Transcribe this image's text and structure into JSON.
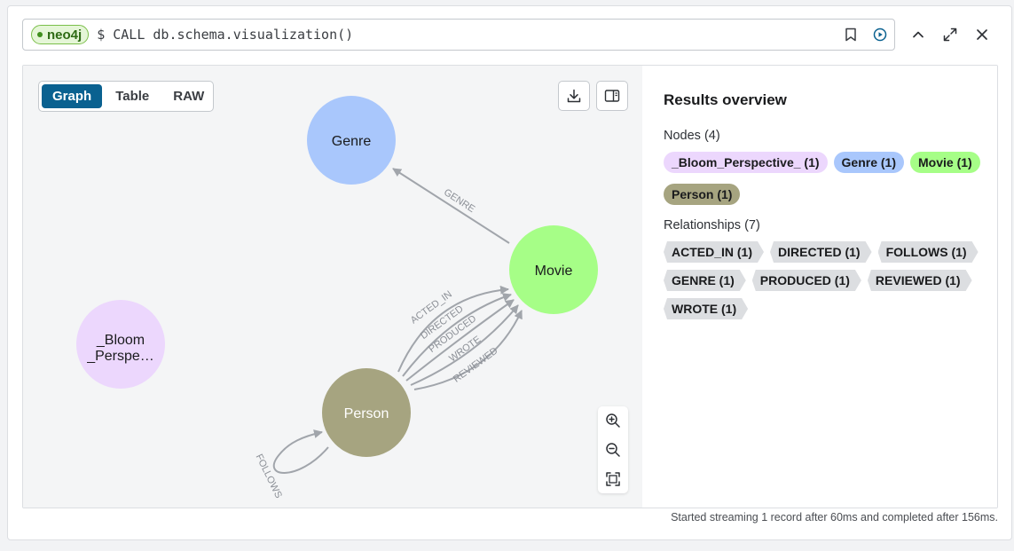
{
  "query": {
    "db_name": "neo4j",
    "command": "$ CALL db.schema.visualization()"
  },
  "view_tabs": [
    "Graph",
    "Table",
    "RAW"
  ],
  "active_tab": "Graph",
  "graph": {
    "nodes": [
      {
        "id": "genre",
        "label": "Genre",
        "color": "#a9c7fc",
        "text_color": "#1a1b1d"
      },
      {
        "id": "movie",
        "label": "Movie",
        "color": "#a6fe87",
        "text_color": "#1a1b1d"
      },
      {
        "id": "bloom",
        "label_line1": "_Bloom",
        "label_line2": "_Perspe…",
        "color": "#ecd7fd",
        "text_color": "#1a1b1d"
      },
      {
        "id": "person",
        "label": "Person",
        "color": "#a6a480",
        "text_color": "#ffffff"
      }
    ],
    "relationships": [
      "GENRE",
      "ACTED_IN",
      "DIRECTED",
      "PRODUCED",
      "WROTE",
      "REVIEWED",
      "FOLLOWS"
    ]
  },
  "overview": {
    "title": "Results overview",
    "nodes_label": "Nodes (4)",
    "node_chips": [
      {
        "label": "_Bloom_Perspective_ (1)",
        "color": "#ecd7fd"
      },
      {
        "label": "Genre (1)",
        "color": "#a9c7fc"
      },
      {
        "label": "Movie (1)",
        "color": "#a6fe87"
      },
      {
        "label": "Person (1)",
        "color": "#a6a480"
      }
    ],
    "relationships_label": "Relationships (7)",
    "rel_chips": [
      "ACTED_IN (1)",
      "DIRECTED (1)",
      "FOLLOWS (1)",
      "GENRE (1)",
      "PRODUCED (1)",
      "REVIEWED (1)",
      "WROTE (1)"
    ]
  },
  "status": "Started streaming 1 record after 60ms and completed after 156ms."
}
